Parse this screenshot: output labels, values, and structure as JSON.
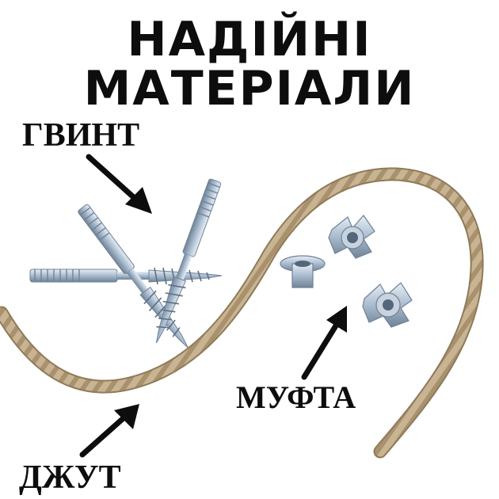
{
  "title": {
    "line1": "НАДІЙНІ",
    "line2": "МАТЕРІАЛИ"
  },
  "labels": {
    "screw": "ГВИНТ",
    "coupling": "МУФТА",
    "jute": "ДЖУТ"
  },
  "colors": {
    "text": "#0d0d0d",
    "rope": "#c2ad8c",
    "metal": "#b9c8d8",
    "metal_dark": "#6f8296",
    "background": "#ffffff"
  },
  "icons": [
    "arrow-icon",
    "screw-icon",
    "t-nut-icon",
    "rope-icon"
  ]
}
